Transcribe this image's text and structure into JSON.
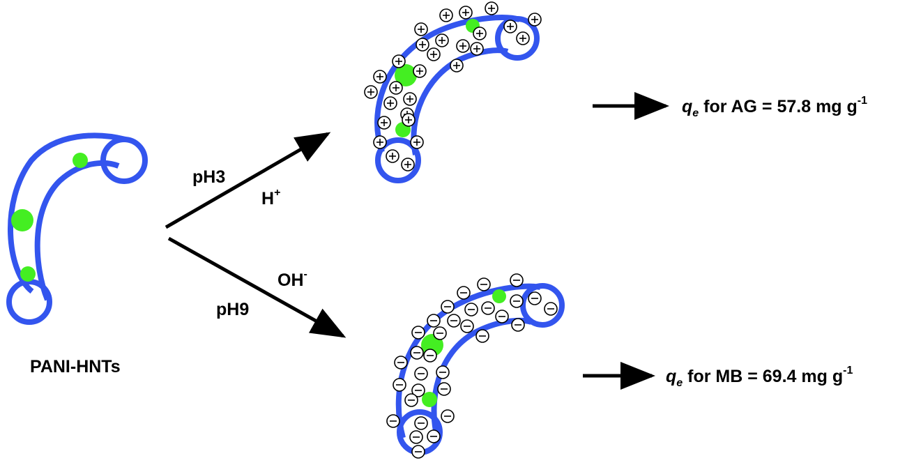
{
  "labels": {
    "tube_name": "PANI-HNTs",
    "acid_ph": "pH3",
    "acid_ion": "H",
    "acid_ion_charge": "+",
    "base_ion": "OH",
    "base_ion_charge": "-",
    "base_ph": "pH9"
  },
  "results": {
    "ag": {
      "q": "q",
      "q_sub": "e",
      "text": " for AG = 57.8  mg g",
      "exp": "-1"
    },
    "mb": {
      "q": "q",
      "q_sub": "e",
      "text": " for MB = 69.4  mg g",
      "exp": "-1"
    }
  },
  "charges": {
    "positive": "+",
    "negative": "−"
  },
  "colors": {
    "tube": "#3355ee",
    "particle": "#44ee22",
    "ink": "#000000"
  }
}
